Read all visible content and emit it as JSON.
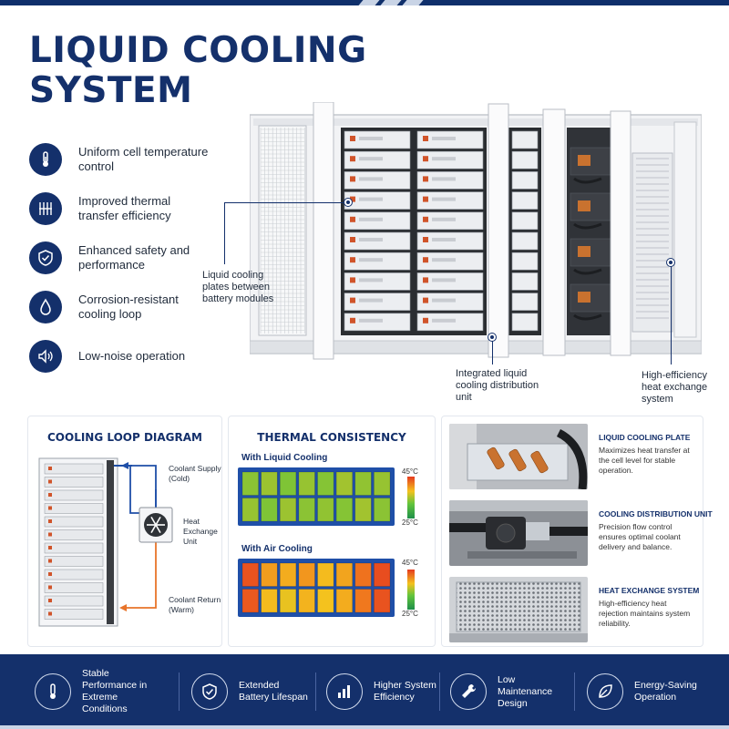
{
  "title": {
    "line1": "LIQUID COOLING",
    "line2": "SYSTEM"
  },
  "features": [
    {
      "icon": "thermometer-icon",
      "text": "Uniform cell temperature control"
    },
    {
      "icon": "heat-transfer-icon",
      "text": "Improved thermal transfer efficiency"
    },
    {
      "icon": "shield-check-icon",
      "text": "Enhanced safety and performance"
    },
    {
      "icon": "water-drop-icon",
      "text": "Corrosion-resistant cooling loop"
    },
    {
      "icon": "speaker-icon",
      "text": "Low-noise operation"
    }
  ],
  "callouts": {
    "plates": "Liquid cooling plates between battery modules",
    "cdu": "Integrated liquid cooling distribution unit",
    "hex": "High-efficiency heat exchange system"
  },
  "cooling_loop": {
    "title": "COOLING LOOP DIAGRAM",
    "supply": "Coolant Supply (Cold)",
    "exchange": "Heat Exchange Unit",
    "return": "Coolant Return (Warm)"
  },
  "thermal": {
    "title": "THERMAL CONSISTENCY",
    "liquid_label": "With Liquid Cooling",
    "air_label": "With Air Cooling",
    "max_label": "45°C",
    "min_label": "25°C",
    "liquid_cells": [
      0.42,
      0.45,
      0.4,
      0.44,
      0.41,
      0.46,
      0.43,
      0.44,
      0.44,
      0.4,
      0.45,
      0.42,
      0.43,
      0.41,
      0.46,
      0.42
    ],
    "air_cells": [
      0.92,
      0.7,
      0.66,
      0.72,
      0.62,
      0.68,
      0.82,
      0.94,
      0.9,
      0.62,
      0.58,
      0.64,
      0.6,
      0.66,
      0.8,
      0.92
    ]
  },
  "components": [
    {
      "title": "LIQUID COOLING PLATE",
      "desc": "Maximizes heat transfer at the cell level for stable operation."
    },
    {
      "title": "COOLING DISTRIBUTION UNIT",
      "desc": "Precision flow control ensures optimal coolant delivery and balance."
    },
    {
      "title": "HEAT EXCHANGE SYSTEM",
      "desc": "High-efficiency heat rejection maintains system reliability."
    }
  ],
  "footer": [
    {
      "icon": "thermometer-icon",
      "text": "Stable Performance in Extreme Conditions"
    },
    {
      "icon": "shield-check-icon",
      "text": "Extended Battery Lifespan"
    },
    {
      "icon": "bar-chart-icon",
      "text": "Higher System Efficiency"
    },
    {
      "icon": "wrench-icon",
      "text": "Low Maintenance Design"
    },
    {
      "icon": "leaf-icon",
      "text": "Energy-Saving Operation"
    }
  ],
  "colors": {
    "brand": "#14306b",
    "accent_cold": "#1f4fa8",
    "accent_warm": "#e8742a"
  }
}
